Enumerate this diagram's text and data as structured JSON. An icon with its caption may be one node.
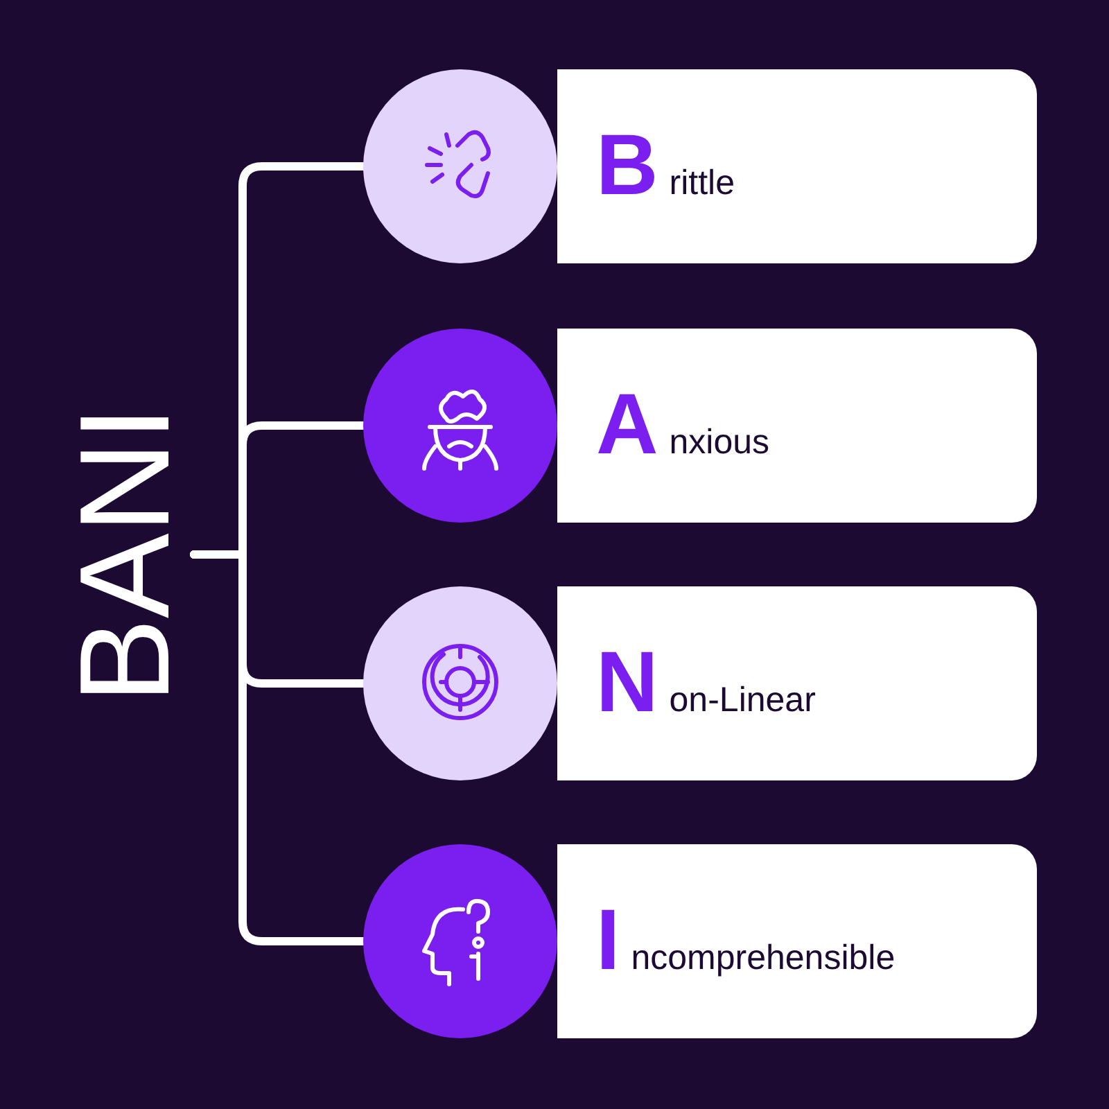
{
  "diagram": {
    "nodes": [
      {
        "text": [
          "BANI"
        ]
      },
      {
        "text": [],
        "shape": "circle"
      },
      {
        "text": [
          "Brittle"
        ]
      },
      {
        "text": [],
        "shape": "circle"
      },
      {
        "text": [
          "Anxious"
        ]
      },
      {
        "text": [],
        "shape": "circle"
      },
      {
        "text": [
          "Non-Linear"
        ]
      },
      {
        "text": [],
        "shape": "circle"
      },
      {
        "text": [
          "Incomprehensible"
        ]
      }
    ],
    "edges": [
      {
        "from": 0,
        "to": 1,
        "arrow": "none"
      },
      {
        "from": 0,
        "to": 3,
        "arrow": "none"
      },
      {
        "from": 0,
        "to": 5,
        "arrow": "none"
      },
      {
        "from": 0,
        "to": 7,
        "arrow": "none"
      }
    ]
  }
}
